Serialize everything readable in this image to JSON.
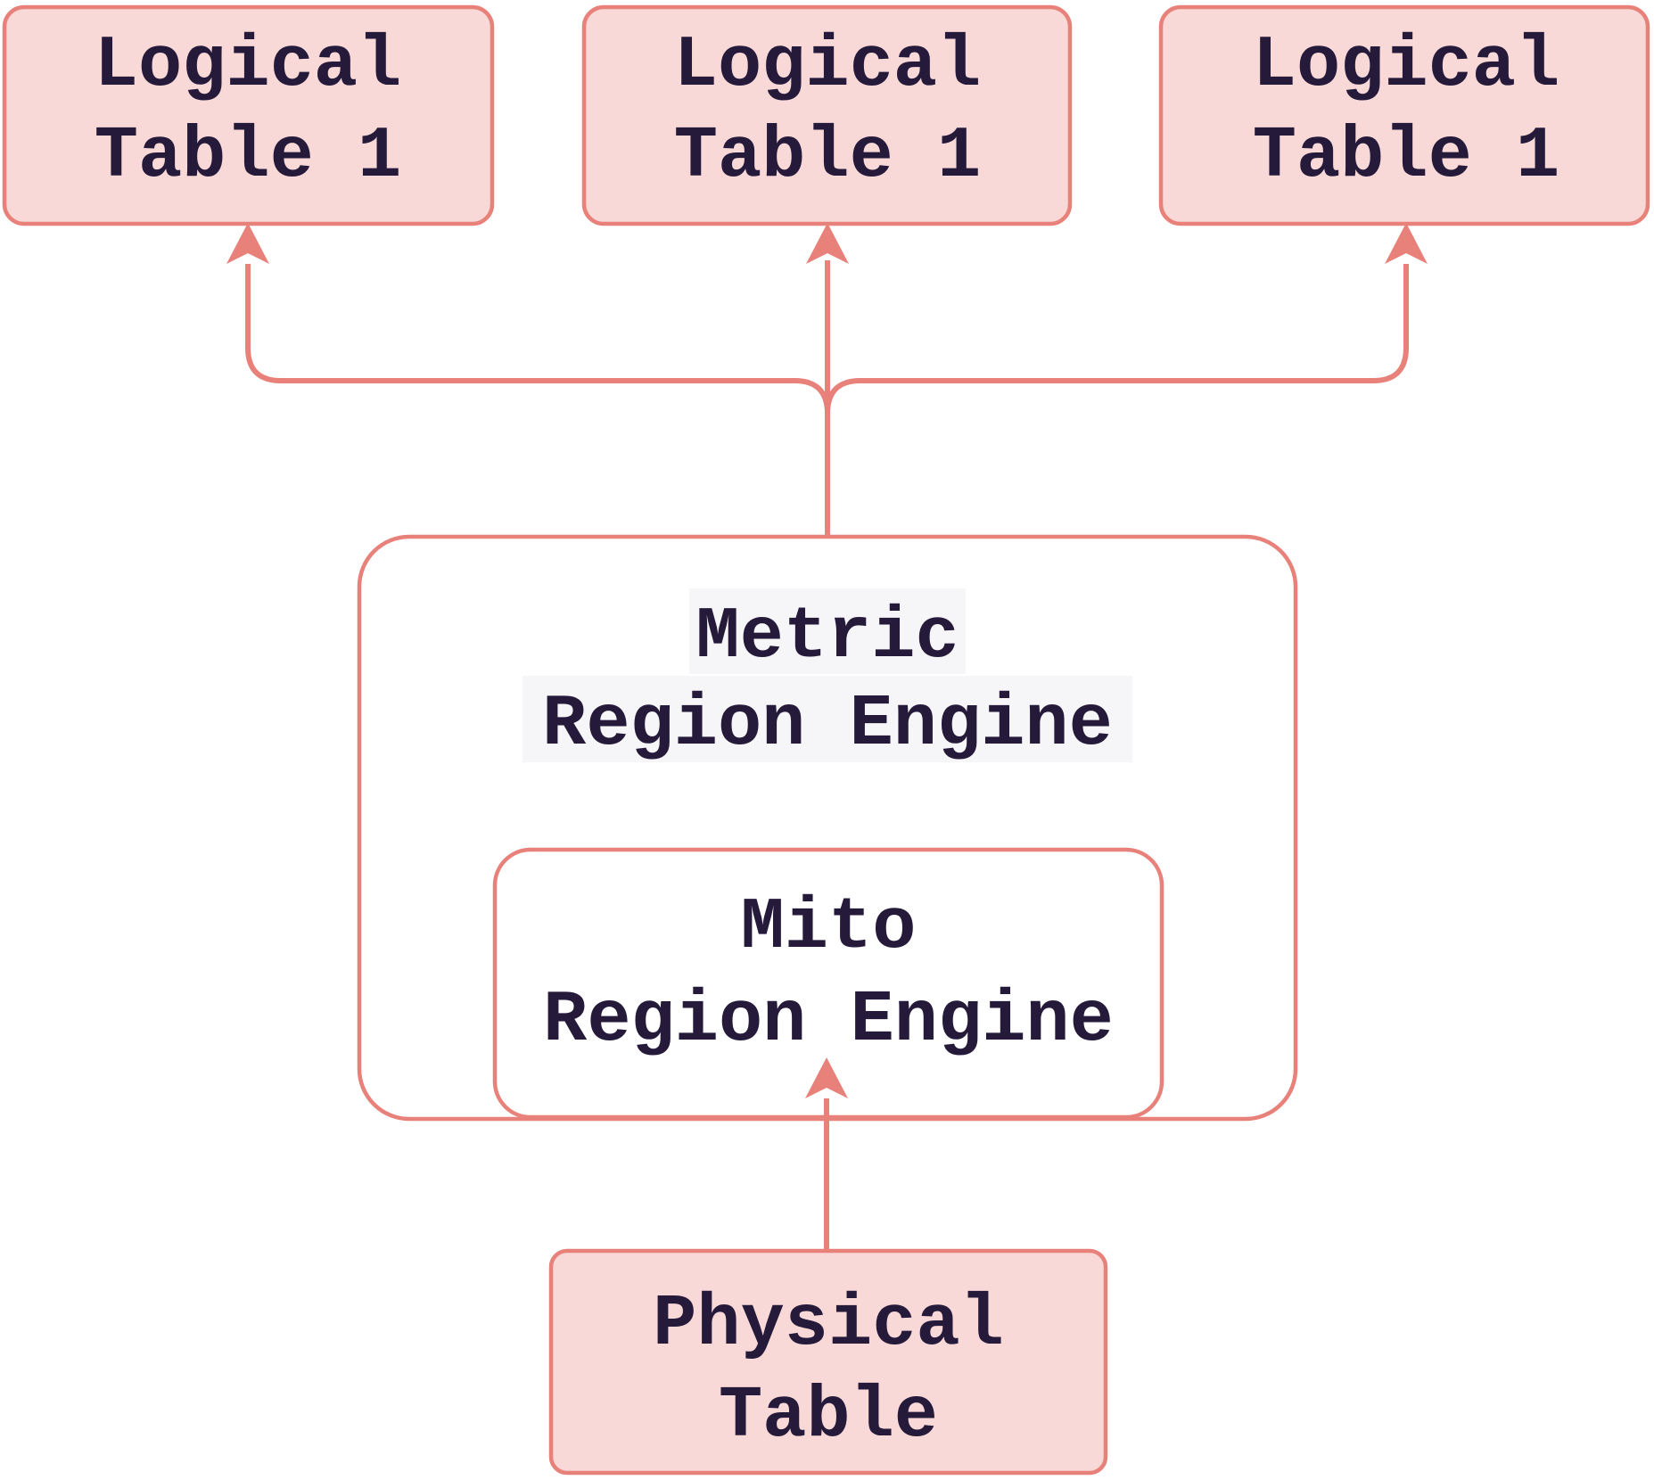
{
  "diagram": {
    "title": "Region engine table mapping diagram",
    "nodes": {
      "logical_table_a": {
        "line1": "Logical",
        "line2": "Table 1"
      },
      "logical_table_b": {
        "line1": "Logical",
        "line2": "Table 1"
      },
      "logical_table_c": {
        "line1": "Logical",
        "line2": "Table 1"
      },
      "metric_engine": {
        "line1": "Metric",
        "line2": "Region Engine"
      },
      "mito_engine": {
        "line1": "Mito",
        "line2": "Region Engine"
      },
      "physical_table": {
        "line1": "Physical",
        "line2": "Table"
      }
    },
    "edges": [
      {
        "from": "metric_engine",
        "to": "logical_table_a"
      },
      {
        "from": "metric_engine",
        "to": "logical_table_b"
      },
      {
        "from": "metric_engine",
        "to": "logical_table_c"
      },
      {
        "from": "physical_table",
        "to": "mito_engine"
      }
    ],
    "colors": {
      "accent": "#e8817a",
      "node_fill": "#f8d9d8",
      "container_fill": "#ffffff",
      "text": "#251a3a",
      "label_highlight": "#f6f5f7",
      "background": "#ffffff"
    }
  }
}
